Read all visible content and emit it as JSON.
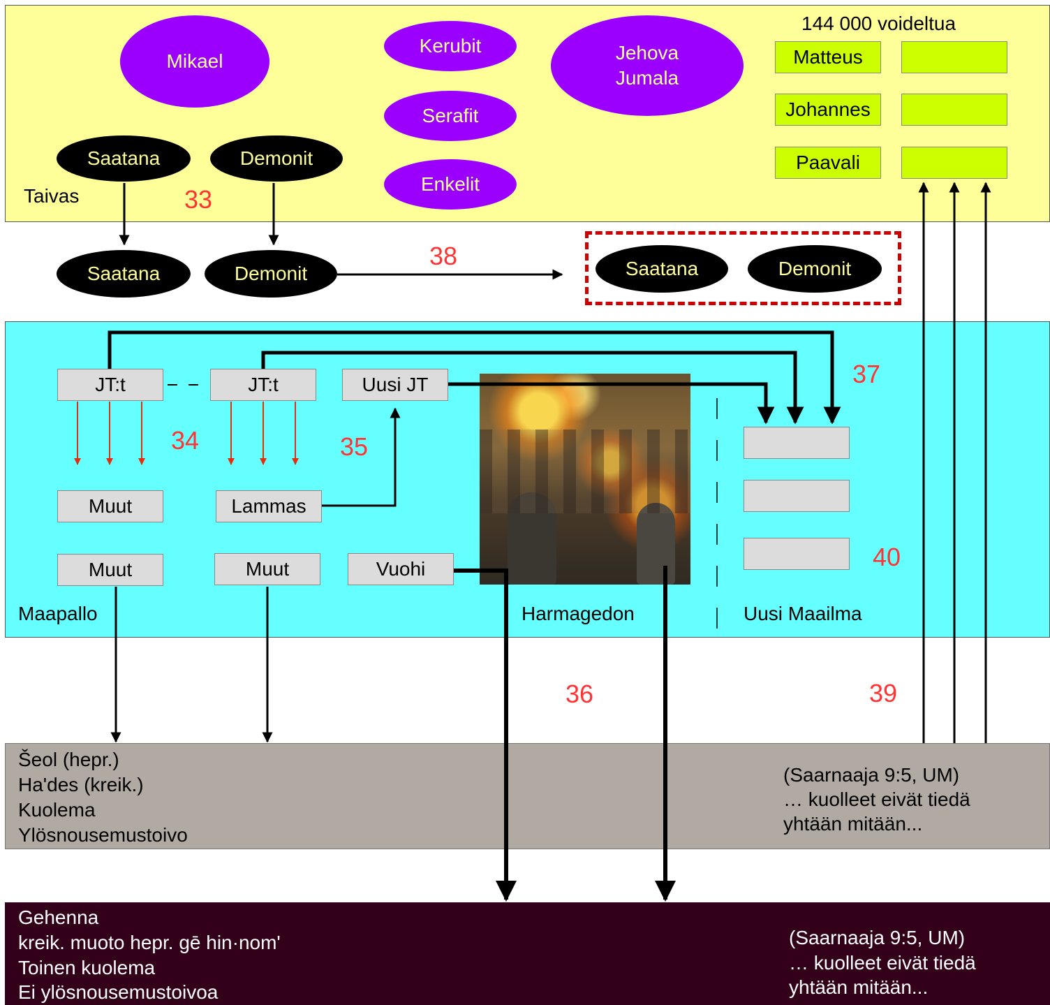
{
  "heaven": {
    "label": "Taivas",
    "mikael": "Mikael",
    "kerubit": "Kerubit",
    "serafit": "Serafit",
    "enkelit": "Enkelit",
    "jehova": "Jehova\nJumala",
    "anointed_title": "144 000 voideltua",
    "anointed": [
      "Matteus",
      "Johannes",
      "Paavali"
    ],
    "saatana": "Saatana",
    "demonit": "Demonit"
  },
  "middle": {
    "saatana": "Saatana",
    "demonit": "Demonit",
    "abyss_saatana": "Saatana",
    "abyss_demonit": "Demonit"
  },
  "earth": {
    "label": "Maapallo",
    "jt1": "JT:t",
    "jt2": "JT:t",
    "uusi_jt": "Uusi JT",
    "muut1": "Muut",
    "lammas": "Lammas",
    "muut2": "Muut",
    "muut3": "Muut",
    "vuohi": "Vuohi",
    "harmagedon": "Harmagedon",
    "new_world": "Uusi Maailma"
  },
  "numbers": {
    "n33": "33",
    "n34": "34",
    "n35": "35",
    "n36": "36",
    "n37": "37",
    "n38": "38",
    "n39": "39",
    "n40": "40"
  },
  "sheol": {
    "lines": [
      "Šeol (hepr.)",
      "Haʹdes (kreik.)",
      "Kuolema",
      "Ylösnousemustoivo"
    ],
    "quote": [
      "(Saarnaaja 9:5, UM)",
      "… kuolleet eivät tiedä",
      "yhtään mitään..."
    ]
  },
  "gehenna": {
    "lines": [
      "Gehenna",
      "kreik. muoto hepr. gē hin·nomʹ",
      "Toinen kuolema",
      "Ei ylösnousemustoivoa"
    ],
    "quote": [
      "(Saarnaaja 9:5, UM)",
      "… kuolleet eivät tiedä",
      "yhtään mitään..."
    ]
  },
  "colors": {
    "heaven_bg": "#ffff99",
    "earth_bg": "#66ffff",
    "sheol_bg": "#b0aaa3",
    "gehenna_bg": "#33001a",
    "angel": "#9b00ff",
    "anointed": "#ccff00",
    "number": "#ff3333",
    "abyss_border": "#cc0000"
  }
}
